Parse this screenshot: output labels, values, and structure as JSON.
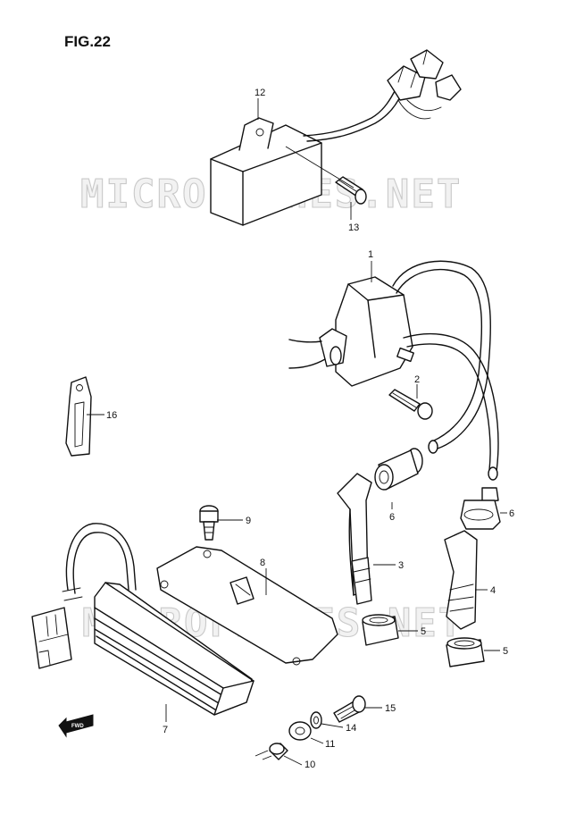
{
  "figure": {
    "title": "FIG.22"
  },
  "watermark": {
    "text": "MICROFICHES.NET"
  },
  "direction_badge": {
    "text": "FWD"
  },
  "callouts": [
    {
      "id": "c1",
      "label": "1"
    },
    {
      "id": "c2",
      "label": "2"
    },
    {
      "id": "c3",
      "label": "3"
    },
    {
      "id": "c4",
      "label": "4"
    },
    {
      "id": "c5a",
      "label": "5"
    },
    {
      "id": "c5b",
      "label": "5"
    },
    {
      "id": "c6a",
      "label": "6"
    },
    {
      "id": "c6b",
      "label": "6"
    },
    {
      "id": "c7",
      "label": "7"
    },
    {
      "id": "c8",
      "label": "8"
    },
    {
      "id": "c9",
      "label": "9"
    },
    {
      "id": "c10",
      "label": "10"
    },
    {
      "id": "c11",
      "label": "11"
    },
    {
      "id": "c12",
      "label": "12"
    },
    {
      "id": "c13",
      "label": "13"
    },
    {
      "id": "c14",
      "label": "14"
    },
    {
      "id": "c15",
      "label": "15"
    },
    {
      "id": "c16",
      "label": "16"
    }
  ],
  "colors": {
    "line": "#111111",
    "background": "#ffffff",
    "watermark": "#c9c9c9"
  }
}
